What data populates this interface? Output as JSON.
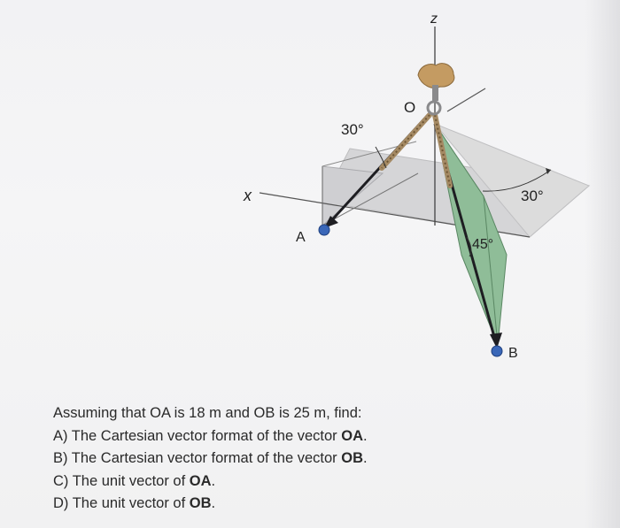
{
  "figure": {
    "labels": {
      "z_axis": "z",
      "x_axis": "x",
      "point_o": "O",
      "point_a": "A",
      "point_b": "B",
      "angle_oa": "30°",
      "angle_b_plane": "30°",
      "angle_b_vertical": "45°"
    }
  },
  "problem": {
    "intro": "Assuming that OA is 18 m and OB is 25 m, find:",
    "items": [
      {
        "prefix": "A) The Cartesian vector format of the vector ",
        "vector": "OA",
        "suffix": "."
      },
      {
        "prefix": "B) The Cartesian vector format of the vector ",
        "vector": "OB",
        "suffix": "."
      },
      {
        "prefix": "C) The unit vector of ",
        "vector": "OA",
        "suffix": "."
      },
      {
        "prefix": "D) The unit vector of ",
        "vector": "OB",
        "suffix": "."
      }
    ]
  }
}
